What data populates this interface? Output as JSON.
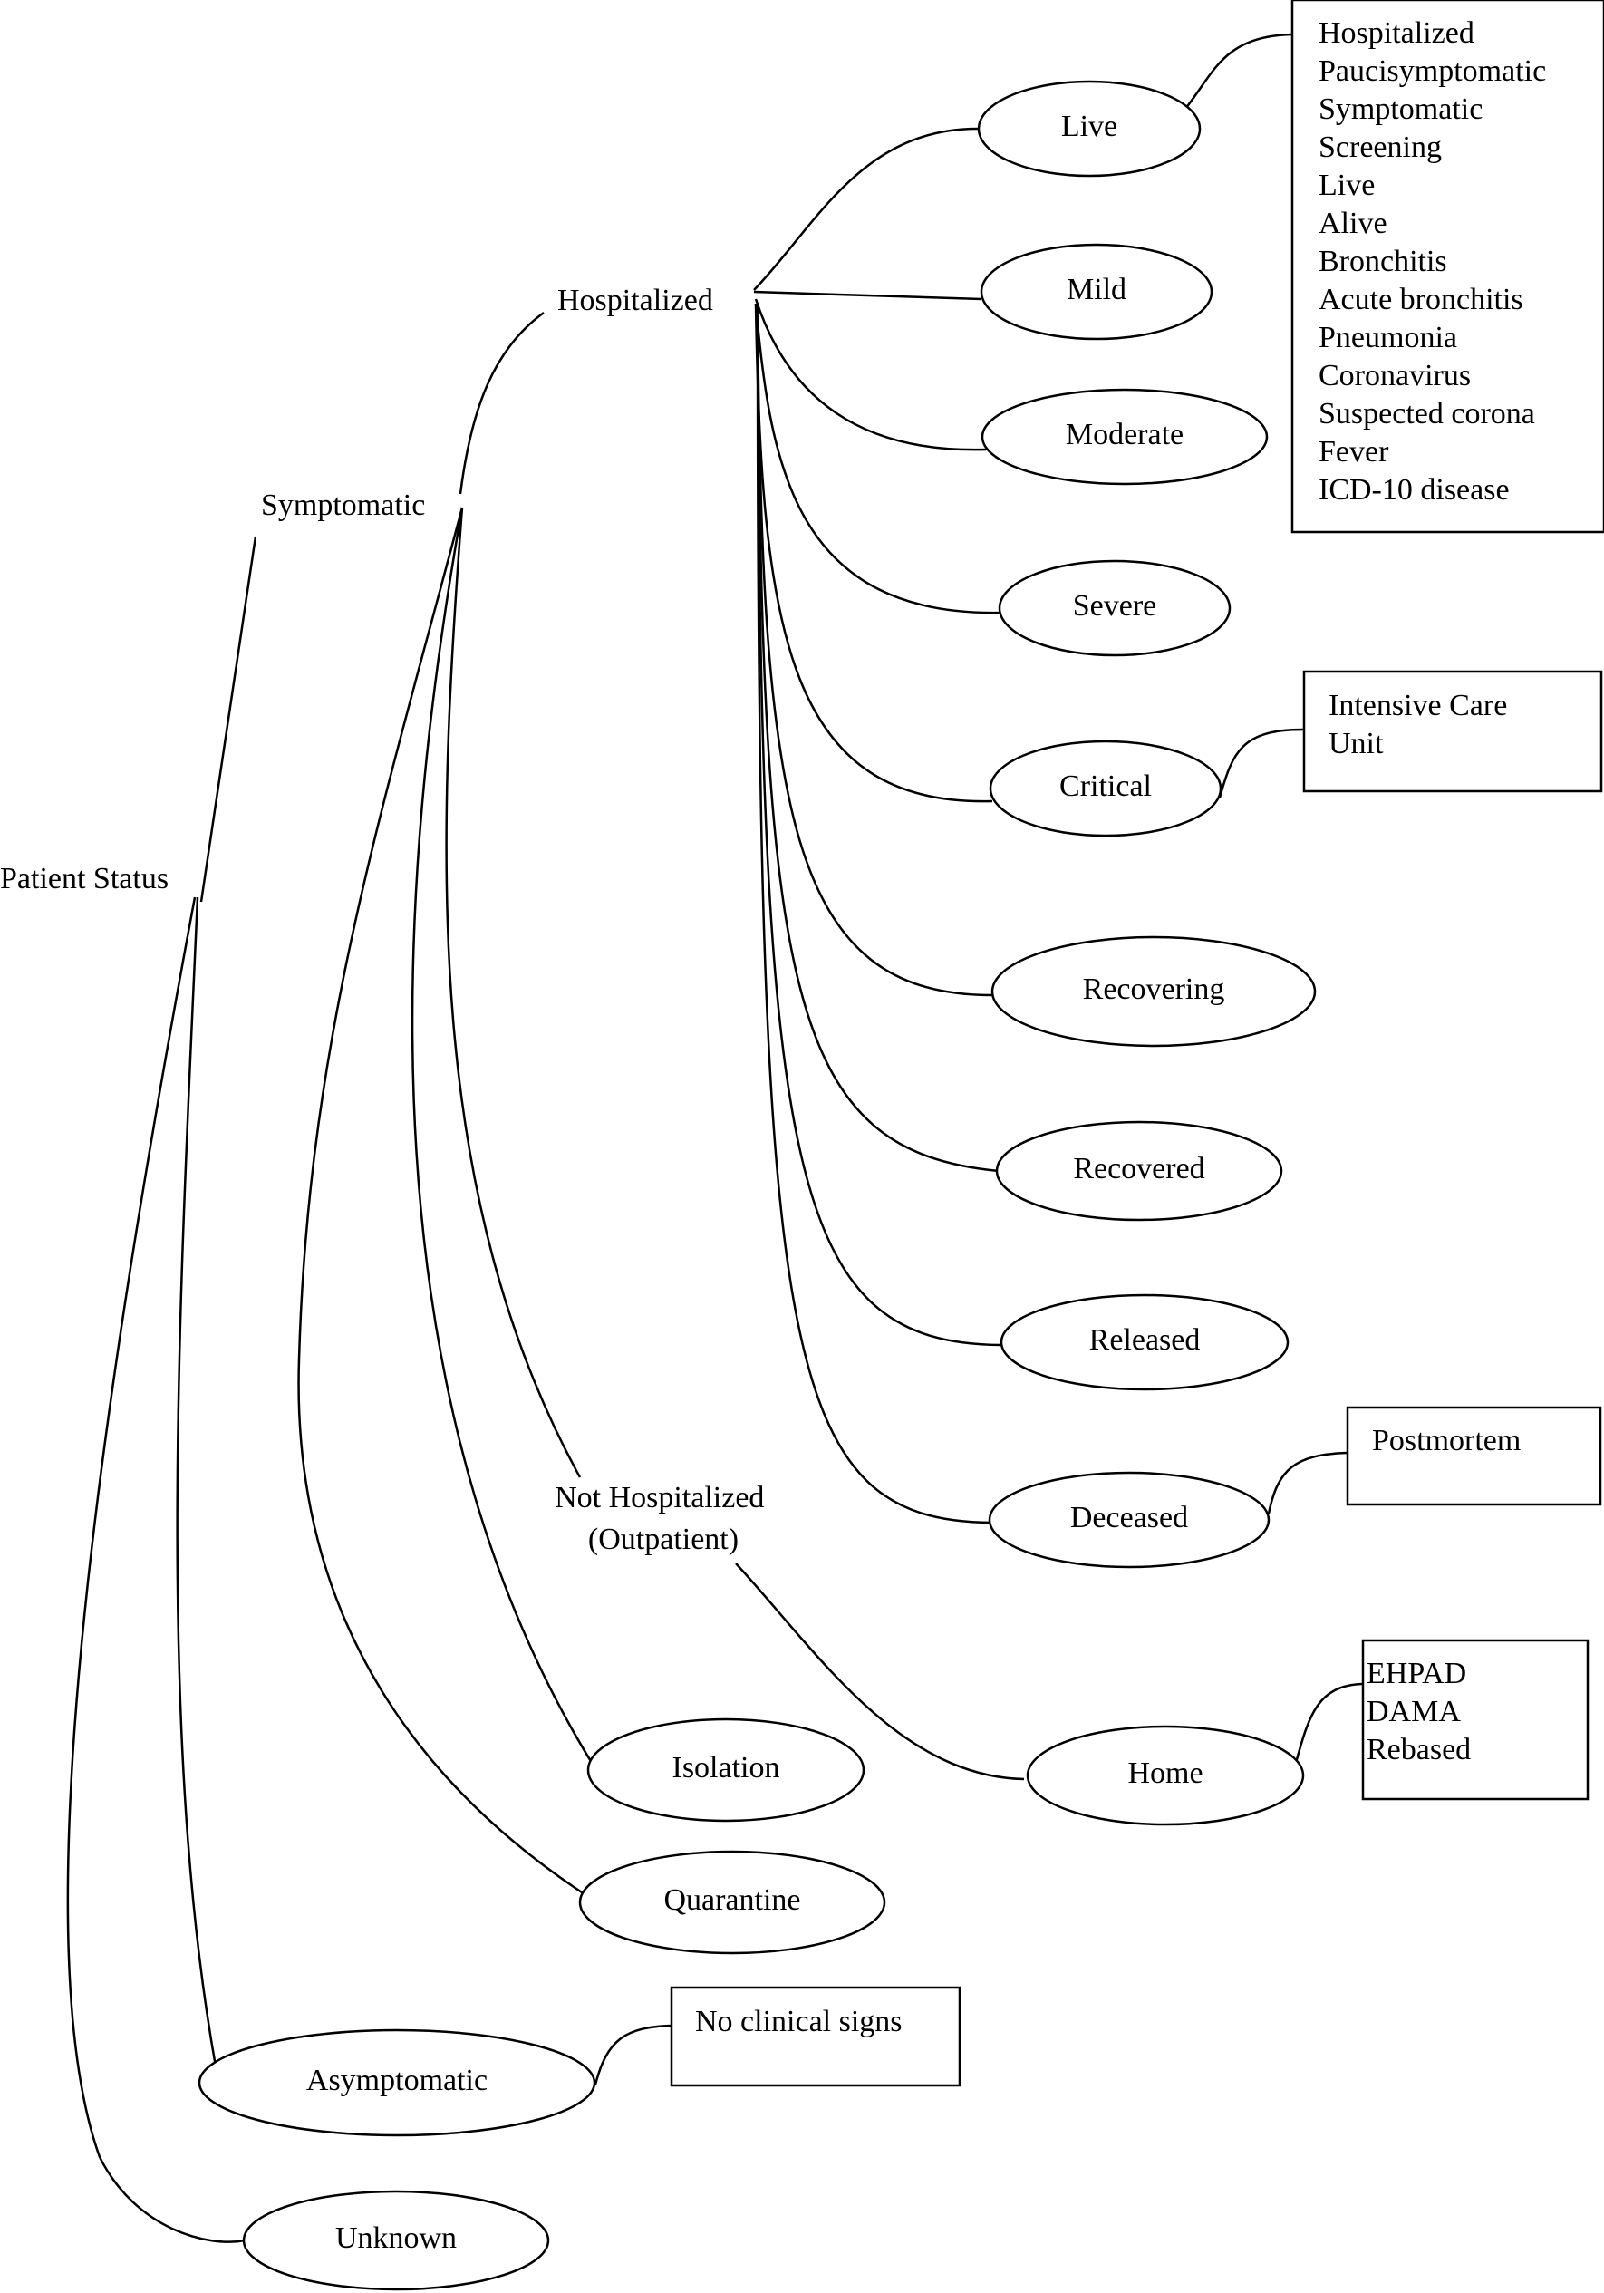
{
  "root": "Patient Status",
  "symptomatic": "Symptomatic",
  "hospitalized": "Hospitalized",
  "not_hospitalized": [
    "Not Hospitalized",
    "(Outpatient)"
  ],
  "hospital_states": {
    "live": "Live",
    "mild": "Mild",
    "moderate": "Moderate",
    "severe": "Severe",
    "critical": "Critical",
    "recovering": "Recovering",
    "recovered": "Recovered",
    "released": "Released",
    "deceased": "Deceased"
  },
  "home": "Home",
  "isolation": "Isolation",
  "quarantine": "Quarantine",
  "asymptomatic": "Asymptomatic",
  "unknown": "Unknown",
  "live_synonyms": [
    "Hospitalized",
    "Paucisymptomatic",
    "Symptomatic",
    "Screening",
    "Live",
    "Alive",
    "Bronchitis",
    "Acute bronchitis",
    "Pneumonia",
    "Coronavirus",
    "Suspected corona",
    "Fever",
    "ICD-10 disease"
  ],
  "critical_synonyms": [
    "Intensive Care",
    "Unit"
  ],
  "deceased_synonyms": [
    "Postmortem"
  ],
  "home_synonyms": [
    "EHPAD",
    "DAMA",
    "Rebased"
  ],
  "asymptomatic_synonyms": [
    "No clinical signs"
  ]
}
